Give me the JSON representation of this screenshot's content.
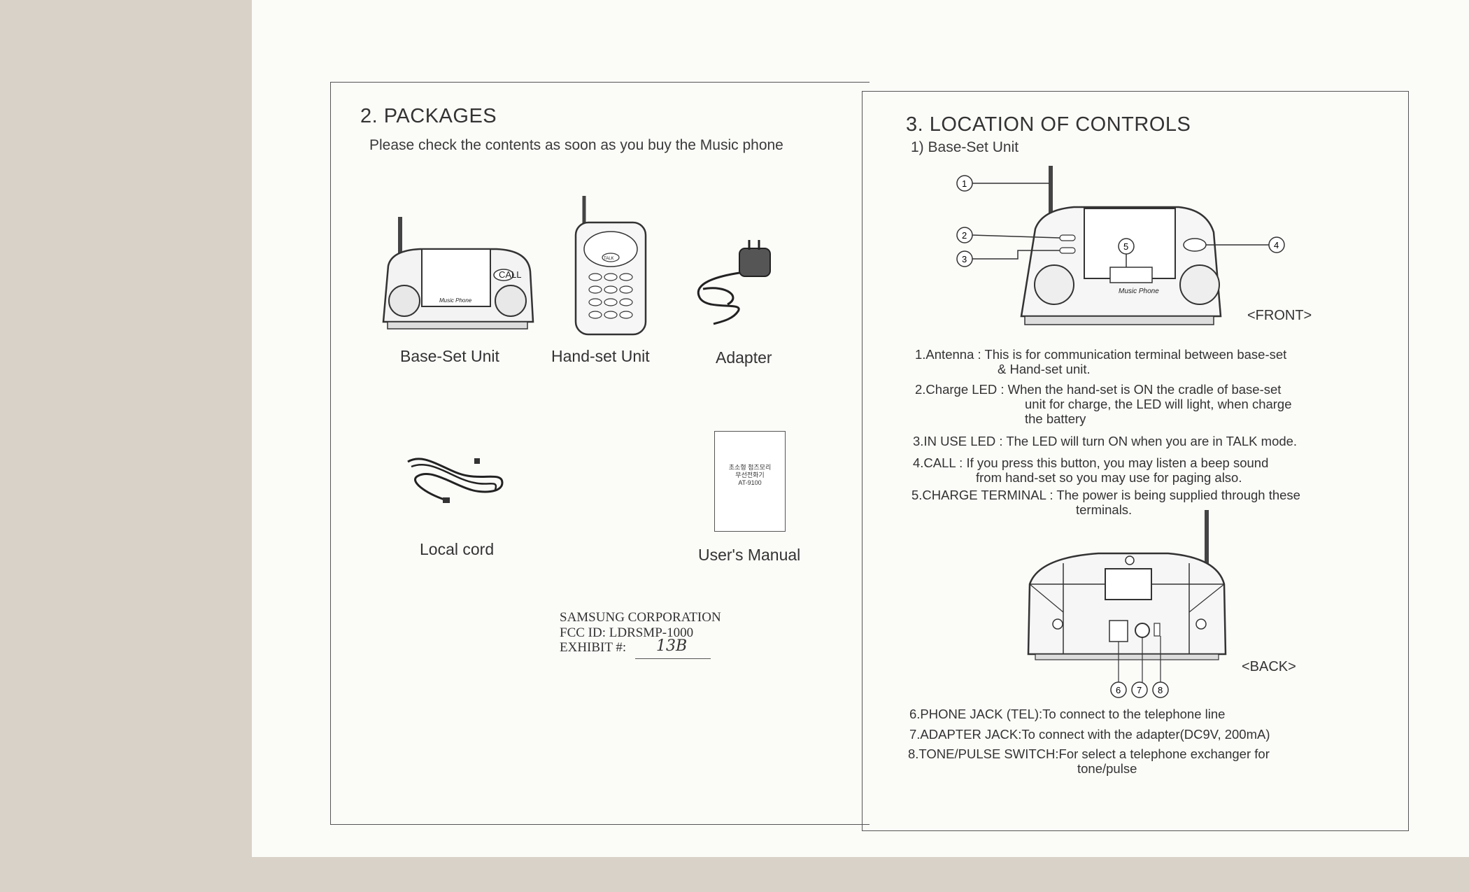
{
  "left": {
    "heading": "2. PACKAGES",
    "subtitle": "Please check the contents as soon as you buy the Music phone",
    "items": [
      {
        "label": "Base-Set Unit"
      },
      {
        "label": "Hand-set Unit"
      },
      {
        "label": "Adapter"
      },
      {
        "label": "Local cord"
      },
      {
        "label": "User's Manual"
      }
    ],
    "manual_cover_text": [
      "초소형 첨즈모리",
      "무선전화기",
      "AT-9100"
    ],
    "device_text": {
      "call": "CALL",
      "brand": "Music Phone",
      "talk": "TALK"
    },
    "stamp": {
      "line1": "SAMSUNG CORPORATION",
      "line2": "FCC ID:  LDRSMP-1000",
      "line3_label": "EXHIBIT #:",
      "line3_value": "13B"
    }
  },
  "right": {
    "heading": "3. LOCATION OF CONTROLS",
    "subtitle": "1) Base-Set Unit",
    "front_label": "<FRONT>",
    "back_label": "<BACK>",
    "callouts": [
      "1",
      "2",
      "3",
      "4",
      "5",
      "6",
      "7",
      "8"
    ],
    "descriptions": [
      {
        "line1": "1.Antenna : This is for communication terminal between base-set",
        "line2": "& Hand-set unit."
      },
      {
        "line1": "2.Charge LED : When the hand-set is ON the cradle of base-set",
        "line2": "unit for charge, the LED will light, when charge",
        "line3": "the battery"
      },
      {
        "line1": "3.IN USE LED : The LED will turn ON when you are in TALK mode."
      },
      {
        "line1": "4.CALL : If you press this button, you may listen a beep sound",
        "line2": "from hand-set so you may use for paging also."
      },
      {
        "line1": "5.CHARGE TERMINAL : The power is being supplied through these",
        "line2": "terminals."
      }
    ],
    "back_descriptions": [
      {
        "line1": "6.PHONE JACK (TEL):To connect to the telephone line"
      },
      {
        "line1": "7.ADAPTER JACK:To connect with the adapter(DC9V, 200mA)"
      },
      {
        "line1": "8.TONE/PULSE SWITCH:For select a telephone exchanger for",
        "line2": "tone/pulse"
      }
    ]
  }
}
